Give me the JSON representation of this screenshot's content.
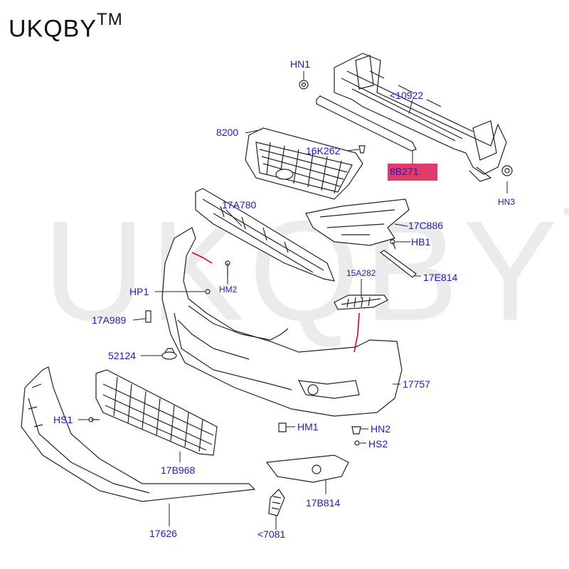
{
  "brand": {
    "name": "UKQBY",
    "mark": "TM"
  },
  "watermark": {
    "name": "UKQBY",
    "mark": "TM"
  },
  "highlight_color": "#e03c6a",
  "label_color": "#1a1acc",
  "parts": {
    "hn1": "HN1",
    "p10922": "<10922",
    "p8200": "8200",
    "p16k262": "16K262",
    "p8b271": "8B271",
    "hn3": "HN3",
    "p17a780": "17A780",
    "p17c886": "17C886",
    "hb1": "HB1",
    "hm2": "HM2",
    "p15a282": "15A282",
    "p17e814": "17E814",
    "hp1": "HP1",
    "p17a989": "17A989",
    "p52124": "52124",
    "p17757": "17757",
    "hs1": "HS1",
    "hm1": "HM1",
    "hn2": "HN2",
    "hs2": "HS2",
    "p17b968": "17B968",
    "p17b814": "17B814",
    "p17626": "17626",
    "p7081": "<7081"
  }
}
